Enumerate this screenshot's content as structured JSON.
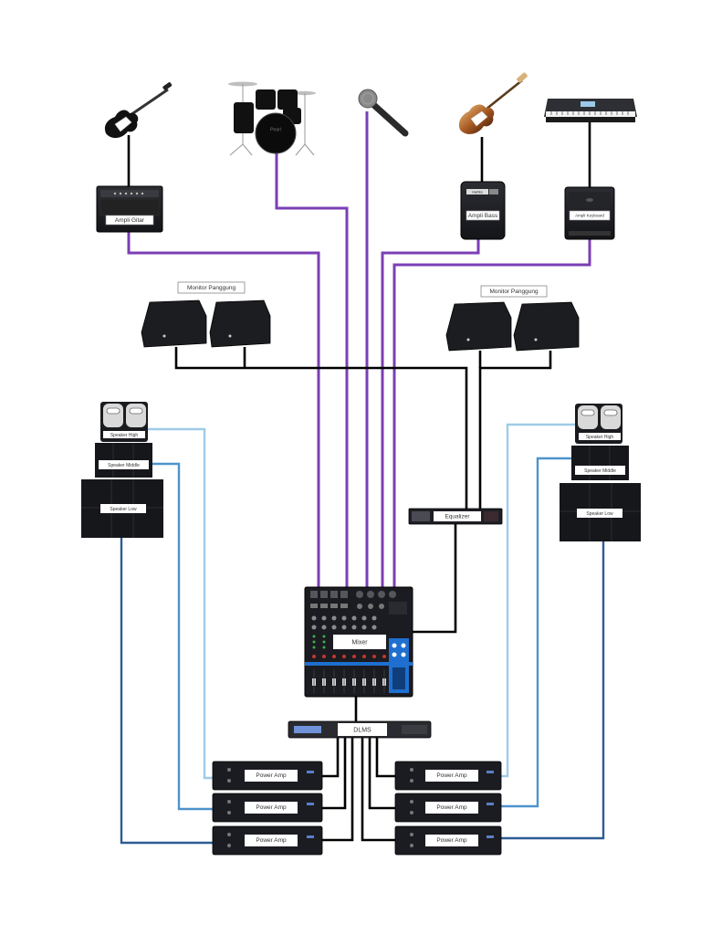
{
  "title": "Sound system wiring diagram",
  "colors": {
    "instrument_cable": "#7b3fb5",
    "speaker_cable": "#000000",
    "high_cable": "#9ecbe8",
    "mid_cable": "#4f93cc",
    "low_cable": "#2c5d93",
    "device_body": "#1e1f24",
    "mixer_accent": "#1e6fd0"
  },
  "instruments": [
    {
      "name": "Electric Guitar",
      "icon": "electric-guitar-icon"
    },
    {
      "name": "Drum Kit",
      "icon": "drum-kit-icon"
    },
    {
      "name": "Microphone",
      "icon": "microphone-icon"
    },
    {
      "name": "Bass Guitar",
      "icon": "bass-guitar-icon"
    },
    {
      "name": "Keyboard",
      "icon": "keyboard-icon"
    }
  ],
  "amplifiers": {
    "guitar": "Ampli Gitar",
    "bass": "Ampli Bass",
    "bass_brand": "Hartke",
    "keyboard": "Ampli Keyboard"
  },
  "monitors": {
    "left_label": "Monitor Panggung",
    "right_label": "Monitor Panggung"
  },
  "speakers": {
    "high": "Speaker High",
    "mid": "Speaker Middle",
    "low": "Speaker Low"
  },
  "equalizer": "Equalizer",
  "mixer": "Mixer",
  "dlms": "DLMS",
  "power_amps": [
    "Power Amp",
    "Power Amp",
    "Power Amp",
    "Power Amp",
    "Power Amp",
    "Power Amp"
  ]
}
